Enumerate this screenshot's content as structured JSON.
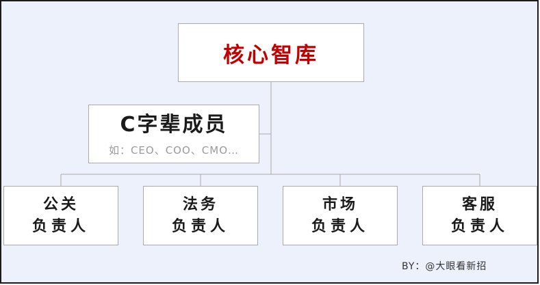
{
  "root": {
    "title": "核心智库"
  },
  "executives": {
    "title": "C字辈成员",
    "subtitle": "如：CEO、COO、CMO…"
  },
  "departments": [
    {
      "name": "公关",
      "role": "负责人"
    },
    {
      "name": "法务",
      "role": "负责人"
    },
    {
      "name": "市场",
      "role": "负责人"
    },
    {
      "name": "客服",
      "role": "负责人"
    }
  ],
  "credit": "BY：@大眼看新招",
  "colors": {
    "root_text": "#c20000",
    "background": "#edf1fb",
    "connector": "#a9a9a9"
  }
}
